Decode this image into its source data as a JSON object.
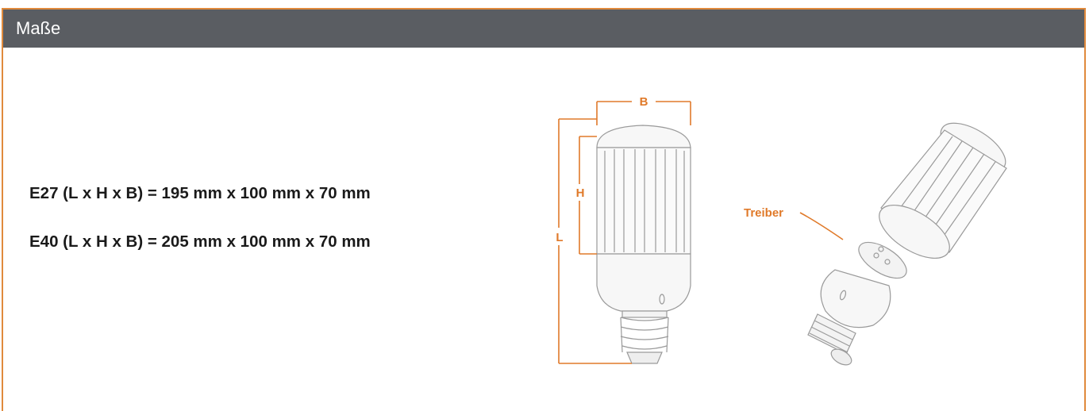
{
  "header": {
    "title": "Maße"
  },
  "specs": [
    "E27 (L x H x B) = 195 mm x 100 mm x 70 mm",
    "E40 (L x H x B) = 205 mm x 100 mm x 70 mm"
  ],
  "diagram": {
    "dim_width": "B",
    "dim_height": "H",
    "dim_length": "L",
    "driver_label": "Treiber",
    "accent_color": "#e07a2a"
  }
}
